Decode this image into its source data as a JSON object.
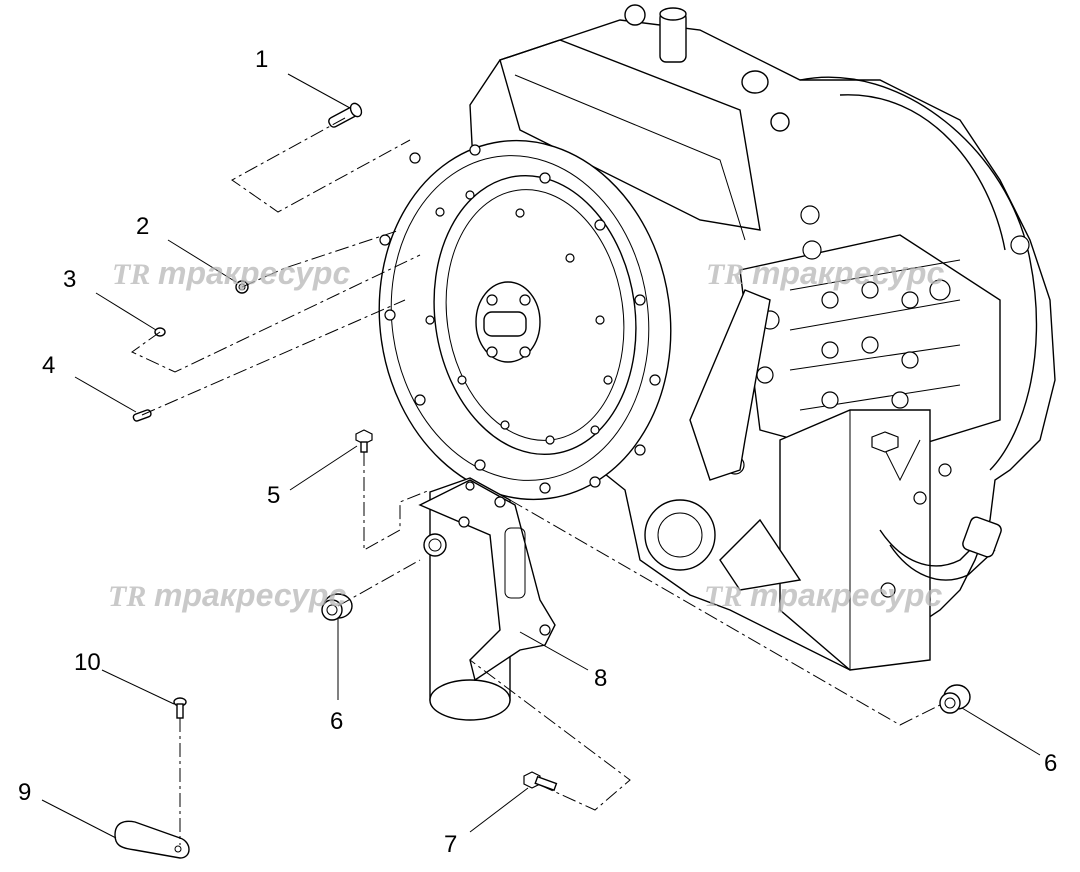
{
  "watermark": {
    "logo": "TR",
    "text": "тракресурс"
  },
  "callouts": {
    "c1": "1",
    "c2": "2",
    "c3": "3",
    "c4": "4",
    "c5": "5",
    "c6a": "6",
    "c6b": "6",
    "c7": "7",
    "c8": "8",
    "c9": "9",
    "c10": "10"
  },
  "colors": {
    "line": "#000000",
    "background": "#ffffff",
    "watermark": "#b8b8b8"
  }
}
